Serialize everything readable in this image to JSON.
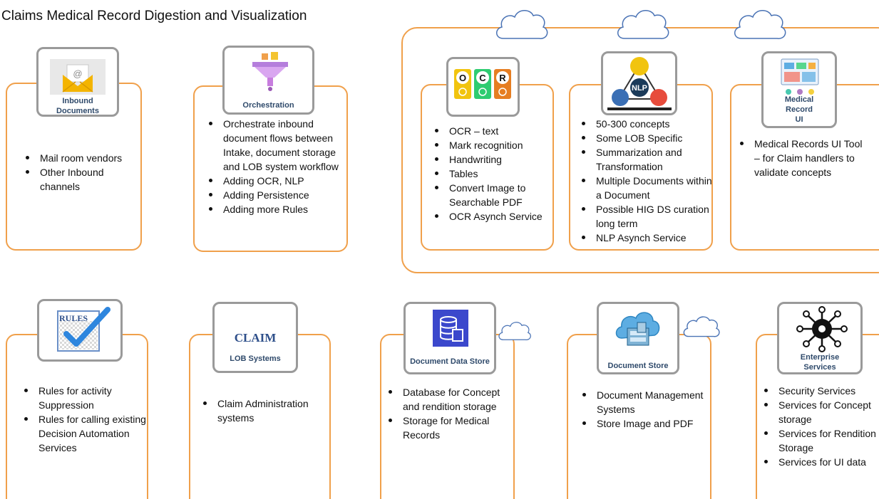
{
  "title": "Claims Medical Record Digestion and Visualization",
  "colors": {
    "card_border": "#f0a04b",
    "icon_border": "#9a9a9a",
    "label_text": "#2f4a6b"
  },
  "top_row": {
    "inbound": {
      "icon": "email-envelope-icon",
      "label_line1": "Inbound",
      "label_line2": "Documents",
      "bullets": [
        "Mail room vendors",
        "Other Inbound channels"
      ]
    },
    "orchestration": {
      "icon": "funnel-icon",
      "label": "Orchestration",
      "bullets": [
        "Orchestrate inbound document flows between Intake, document storage and LOB system workflow",
        "Adding OCR, NLP",
        "Adding Persistence",
        "Adding more Rules"
      ]
    },
    "ocr": {
      "icon": "ocr-badge-icon",
      "bullets": [
        "OCR – text",
        "Mark recognition",
        "Handwriting",
        "Tables",
        "Convert Image to Searchable PDF",
        "OCR Asynch Service"
      ]
    },
    "nlp": {
      "icon": "nlp-triangle-icon",
      "bullets": [
        "50-300 concepts",
        "Some LOB Specific",
        "Summarization and Transformation",
        "Multiple Documents within a Document",
        "Possible HIG DS curation long term",
        "NLP Asynch Service"
      ]
    },
    "medical_ui": {
      "icon": "dashboard-screen-icon",
      "label_line1": "Medical",
      "label_line2": "Record",
      "label_line3": "UI",
      "bullets": [
        "Medical Records UI Tool – for Claim handlers to validate concepts"
      ]
    }
  },
  "bottom_row": {
    "rules": {
      "icon": "rules-checkmark-icon",
      "icon_text": "RULES",
      "bullets": [
        "Rules for activity Suppression",
        "Rules for calling existing Decision Automation Services"
      ]
    },
    "claim": {
      "icon_text": "CLAIM",
      "label": "LOB Systems",
      "bullets": [
        "Claim Administration systems"
      ]
    },
    "data_store": {
      "icon": "database-icon",
      "label": "Document Data Store",
      "bullets": [
        "Database for Concept and rendition storage",
        "Storage for Medical Records"
      ]
    },
    "doc_store": {
      "icon": "cloud-storage-icon",
      "label": "Document Store",
      "bullets": [
        "Document Management Systems",
        "Store Image and PDF"
      ]
    },
    "enterprise": {
      "icon": "gear-network-icon",
      "label_line1": "Enterprise",
      "label_line2": "Services",
      "bullets": [
        "Security Services",
        "Services for Concept storage",
        "Services for Rendition Storage",
        "Services for UI data"
      ]
    }
  }
}
